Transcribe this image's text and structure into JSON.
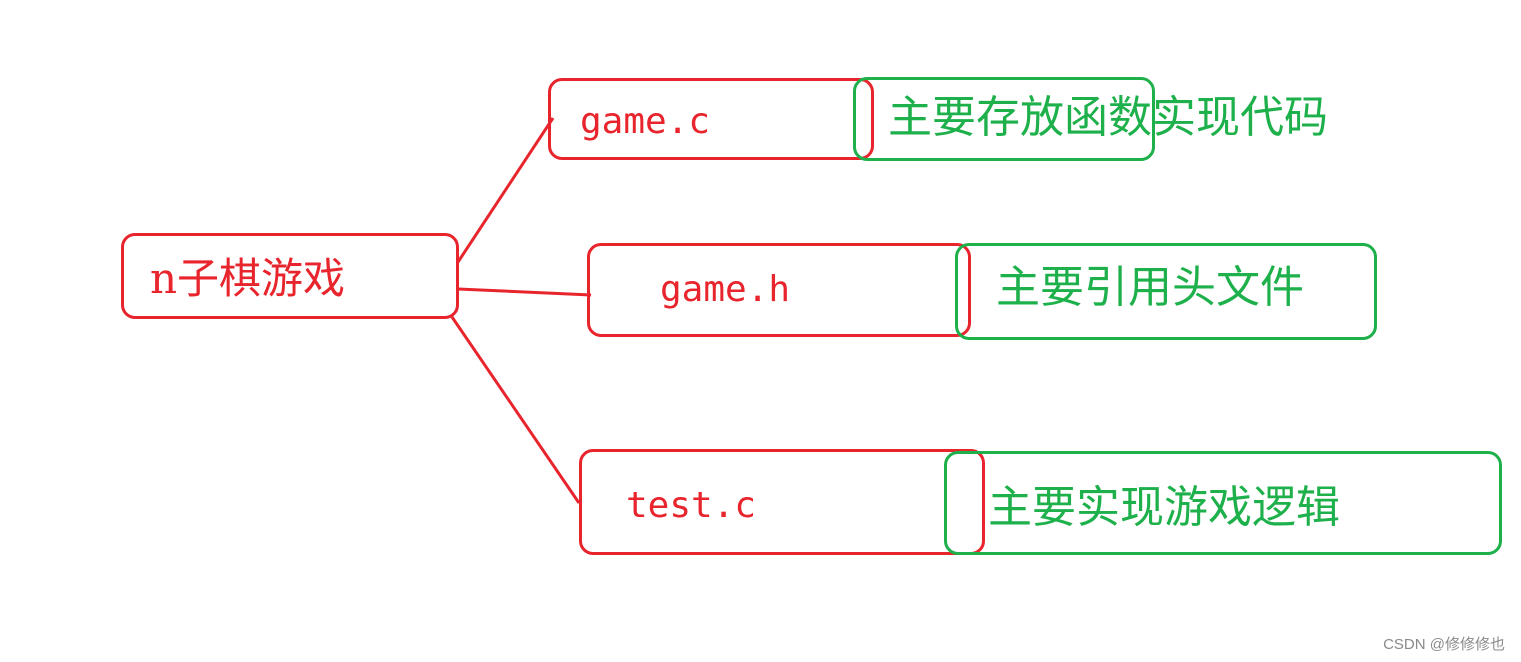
{
  "colors": {
    "node_border": "#e8242c",
    "node_text": "#e8242c",
    "desc_border": "#1db04b",
    "desc_text": "#1db04b",
    "background": "#ffffff"
  },
  "root": {
    "label": "n子棋游戏"
  },
  "files": [
    {
      "name": "game.c",
      "description": "主要存放函数实现代码"
    },
    {
      "name": "game.h",
      "description": "主要引用头文件"
    },
    {
      "name": "test.c",
      "description": "主要实现游戏逻辑"
    }
  ],
  "watermark": "CSDN @修修修也"
}
